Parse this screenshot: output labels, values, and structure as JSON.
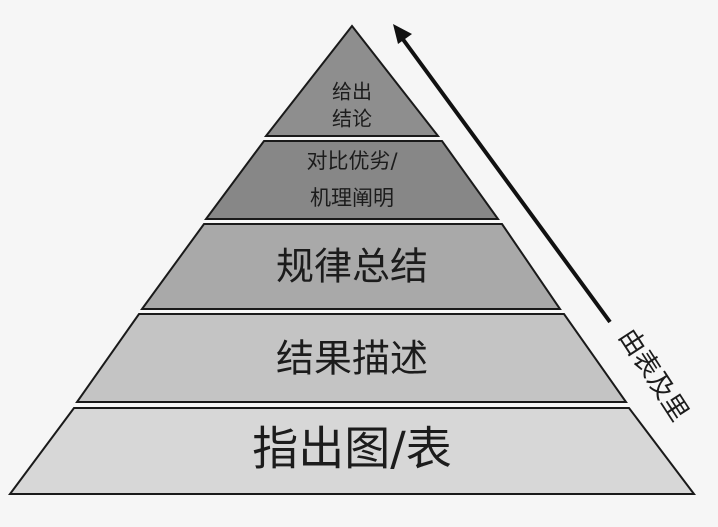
{
  "levels": [
    {
      "lines": [
        "给出",
        "结论"
      ],
      "fill": "#8e8e8e"
    },
    {
      "lines": [
        "对比优劣/",
        "机理阐明"
      ],
      "fill": "#878787"
    },
    {
      "lines": [
        "规律总结"
      ],
      "fill": "#a9a9a9"
    },
    {
      "lines": [
        "结果描述"
      ],
      "fill": "#c4c4c4"
    },
    {
      "lines": [
        "指出图/表"
      ],
      "fill": "#d7d7d7"
    }
  ],
  "arrow_label": "由表及里",
  "colors": {
    "background": "#f6f6f6",
    "outline": "#1a1a1a",
    "text": "#1c1c1c"
  }
}
